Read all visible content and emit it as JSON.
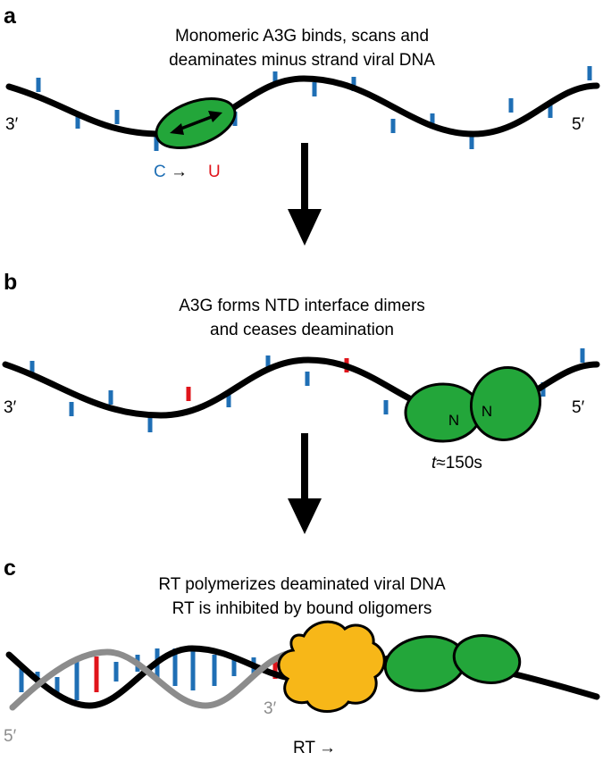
{
  "panel_a": {
    "letter": "a",
    "caption_line1": "Monomeric A3G binds, scans and",
    "caption_line2": "deaminates minus strand viral DNA",
    "end_left": "3′",
    "end_right": "5′",
    "conv_from": "C",
    "conv_arrow": "→",
    "conv_to": "U"
  },
  "panel_b": {
    "letter": "b",
    "caption_line1": "A3G forms NTD interface dimers",
    "caption_line2": "and ceases deamination",
    "end_left": "3′",
    "end_right": "5′",
    "n_label_1": "N",
    "n_label_2": "N",
    "time_symbol": "t",
    "time_rest": "≈150s"
  },
  "panel_c": {
    "letter": "c",
    "caption_line1": "RT polymerizes deaminated viral DNA",
    "caption_line2": "RT is inhibited by bound oligomers",
    "end_left": "5′",
    "end_mid": "3′",
    "rt_label": "RT",
    "rt_arrow": "→"
  },
  "colors": {
    "strand": "#000000",
    "cytosine": "#1f6fb5",
    "uracil": "#e0141b",
    "a3g": "#23a63a",
    "rt": "#f7b718",
    "plus_strand": "#8c8c8c"
  }
}
